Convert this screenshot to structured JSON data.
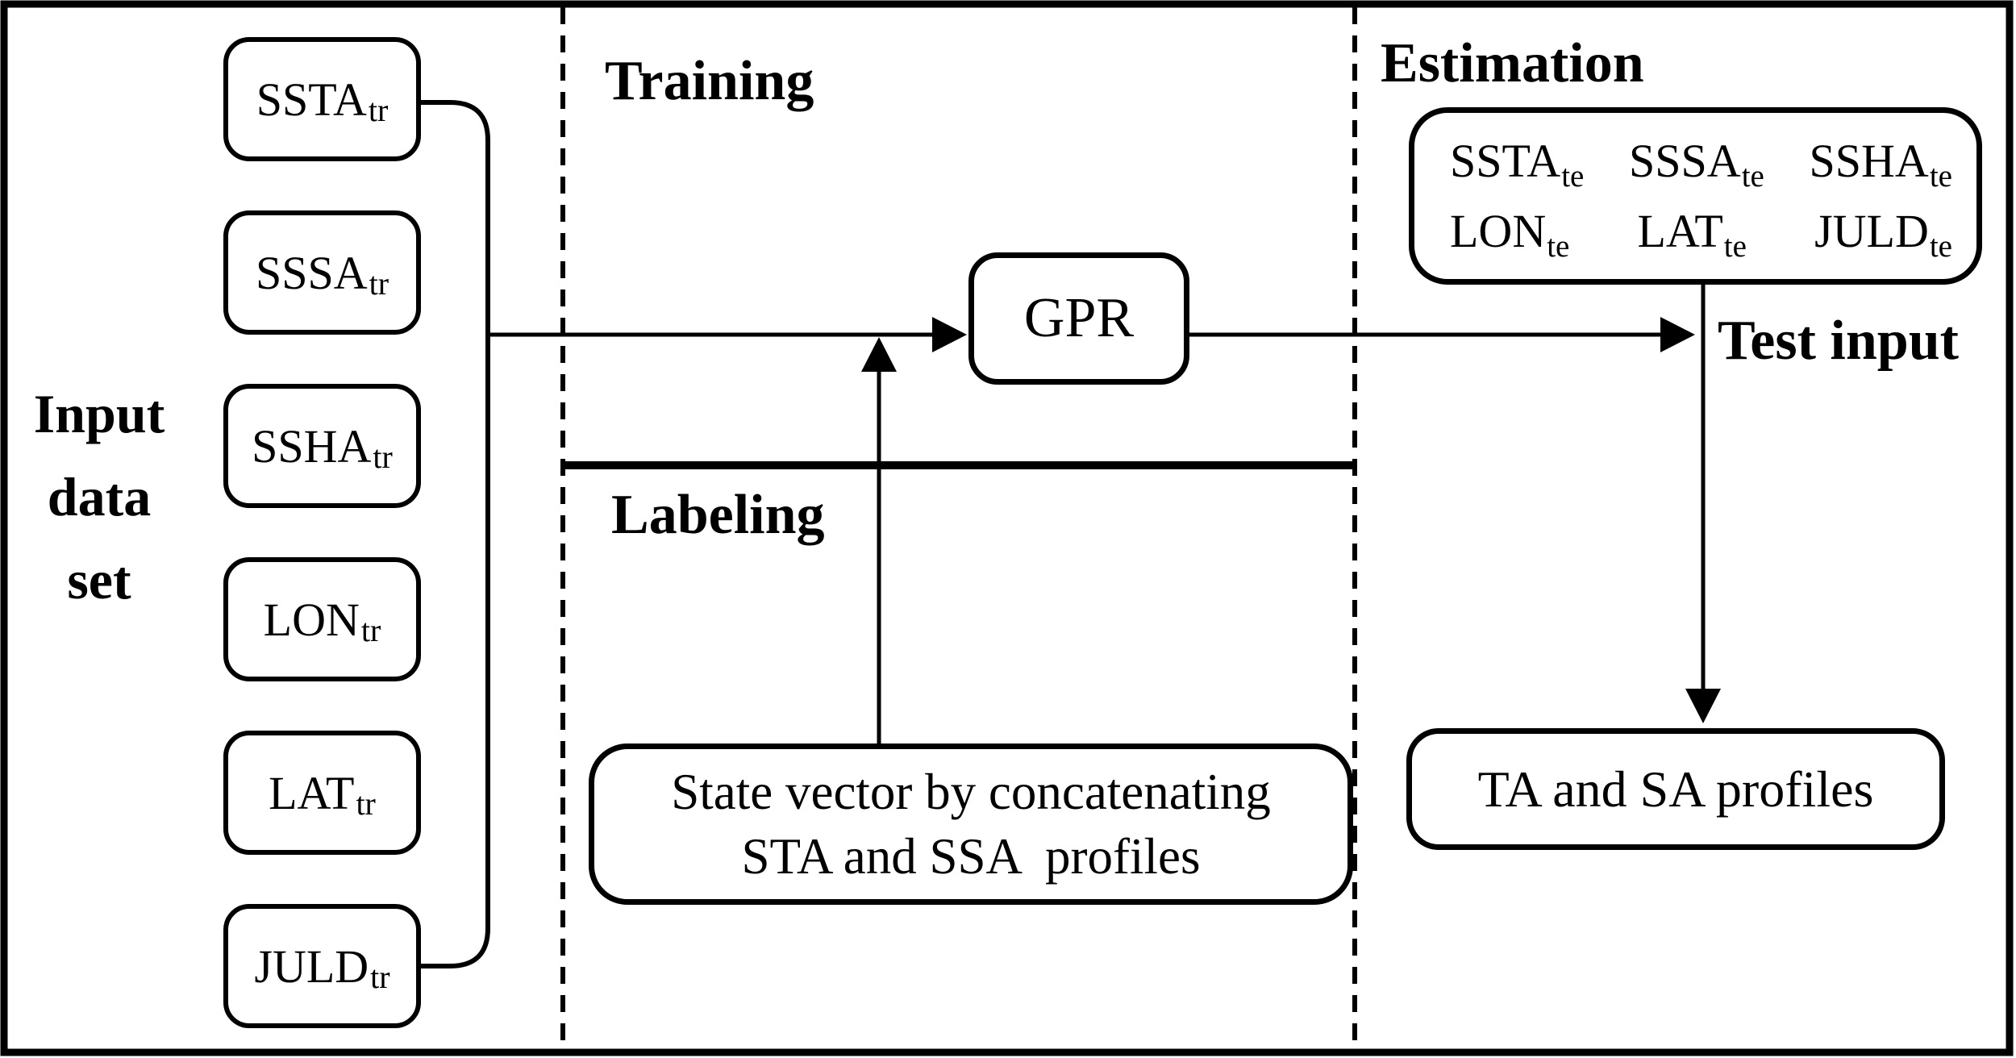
{
  "colors": {
    "ink": "#000000",
    "paper": "#ffffff"
  },
  "labels": {
    "training": "Training",
    "labeling": "Labeling",
    "estimation": "Estimation",
    "test_input": "Test input"
  },
  "input_dataset_label": {
    "line1": "Input",
    "line2": "data",
    "line3": "set"
  },
  "input_boxes": [
    {
      "main": "SSTA",
      "sub": "tr"
    },
    {
      "main": "SSSA",
      "sub": "tr"
    },
    {
      "main": "SSHA",
      "sub": "tr"
    },
    {
      "main": "LON",
      "sub": "tr"
    },
    {
      "main": "LAT",
      "sub": "tr"
    },
    {
      "main": "JULD",
      "sub": "tr"
    }
  ],
  "gpr": {
    "label": "GPR"
  },
  "test_inputs_box": {
    "row1": [
      {
        "main": "SSTA",
        "sub": "te"
      },
      {
        "main": "SSSA",
        "sub": "te"
      },
      {
        "main": "SSHA",
        "sub": "te"
      }
    ],
    "row2": [
      {
        "main": "LON",
        "sub": "te"
      },
      {
        "main": "LAT",
        "sub": "te"
      },
      {
        "main": "JULD",
        "sub": "te"
      }
    ]
  },
  "state_vector": {
    "line1": "State vector by concatenating",
    "line2": "STA and SSA  profiles"
  },
  "output_box": {
    "label": "TA and SA profiles"
  }
}
